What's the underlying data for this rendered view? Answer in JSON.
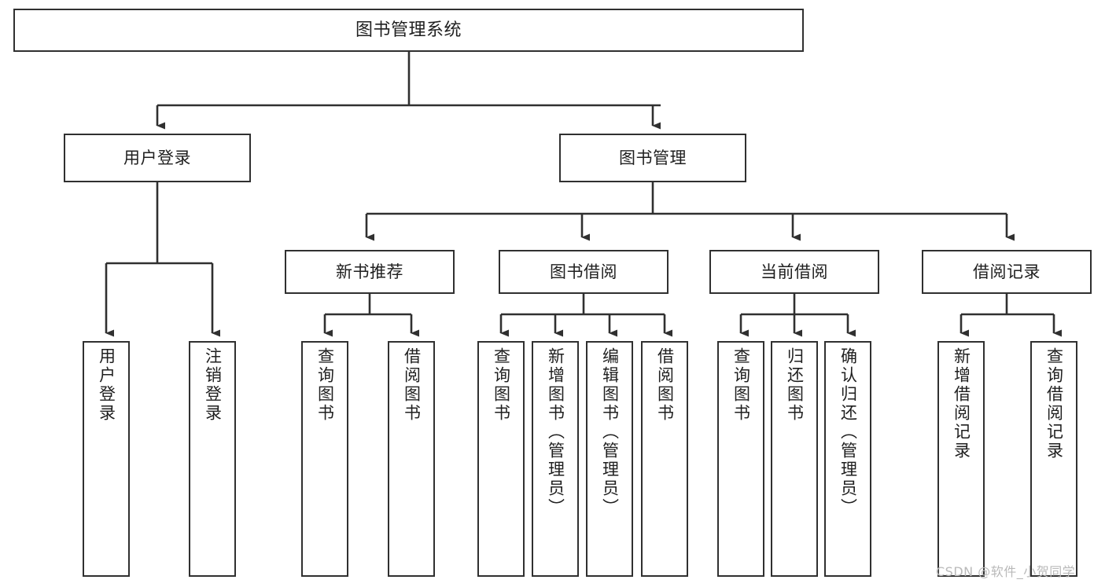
{
  "diagram": {
    "title": "图书管理系统",
    "type": "tree",
    "colors": {
      "background": "#ffffff",
      "box_stroke": "#303030",
      "box_fill": "#ffffff",
      "connector": "#303030",
      "text": "#1f1f1f",
      "watermark": "#b9b9b9"
    },
    "root": {
      "id": "root",
      "label": "图书管理系统"
    },
    "level1": [
      {
        "id": "user-login",
        "label": "用户登录"
      },
      {
        "id": "book-manage",
        "label": "图书管理"
      }
    ],
    "level2": [
      {
        "id": "new-book-recommend",
        "label": "新书推荐",
        "parent": "book-manage"
      },
      {
        "id": "book-borrow",
        "label": "图书借阅",
        "parent": "book-manage"
      },
      {
        "id": "current-borrow",
        "label": "当前借阅",
        "parent": "book-manage"
      },
      {
        "id": "borrow-record",
        "label": "借阅记录",
        "parent": "book-manage"
      }
    ],
    "leaves": {
      "user-login": [
        {
          "id": "leaf-user-login",
          "label": "用户登录"
        },
        {
          "id": "leaf-user-logout",
          "label": "注销登录"
        }
      ],
      "new-book-recommend": [
        {
          "id": "leaf-query-book-1",
          "label": "查询图书"
        },
        {
          "id": "leaf-borrow-book-1",
          "label": "借阅图书"
        }
      ],
      "book-borrow": [
        {
          "id": "leaf-query-book-2",
          "label": "查询图书"
        },
        {
          "id": "leaf-add-book",
          "label": "新增图书（管理员）"
        },
        {
          "id": "leaf-edit-book",
          "label": "编辑图书（管理员）"
        },
        {
          "id": "leaf-borrow-book-2",
          "label": "借阅图书"
        }
      ],
      "current-borrow": [
        {
          "id": "leaf-query-book-3",
          "label": "查询图书"
        },
        {
          "id": "leaf-return-book",
          "label": "归还图书"
        },
        {
          "id": "leaf-confirm-return",
          "label": "确认归还（管理员）"
        }
      ],
      "borrow-record": [
        {
          "id": "leaf-add-record",
          "label": "新增借阅记录"
        },
        {
          "id": "leaf-query-record",
          "label": "查询借阅记录"
        }
      ]
    },
    "watermark": "CSDN @软件_小贺同学"
  }
}
